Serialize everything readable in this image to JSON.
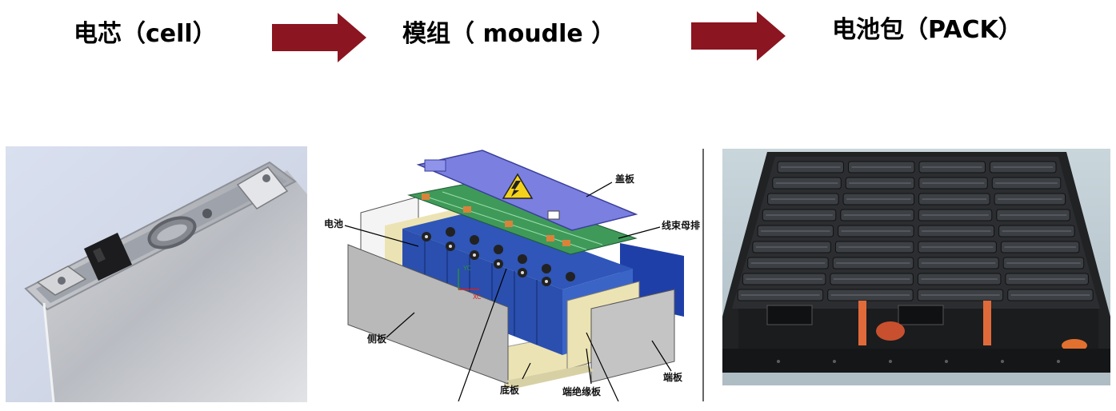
{
  "stages": {
    "cell": {
      "title": "电芯（cell）"
    },
    "module": {
      "title": "模组（ moudle ）"
    },
    "pack": {
      "title": "电池包（PACK）"
    }
  },
  "module_diagram": {
    "labels": {
      "cover": "盖板",
      "harness": "线束母排",
      "battery": "电池",
      "side_plate": "侧板",
      "bottom": "底板",
      "end_insul": "端绝缘板",
      "end_plate": "端板"
    },
    "axis_labels": {
      "xc": "XC",
      "yc": "YC"
    }
  },
  "colors": {
    "arrow": "#8b1520",
    "cover": "#7b7fe0",
    "cell_blue": "#2f56b8",
    "plate_gray": "#b9b9b9",
    "insulation": "#ece3b4",
    "pcb_green": "#3f9a5a",
    "warning_yellow": "#f4d21b"
  },
  "icons": [
    "right-arrow-icon",
    "warning-triangle-icon"
  ]
}
